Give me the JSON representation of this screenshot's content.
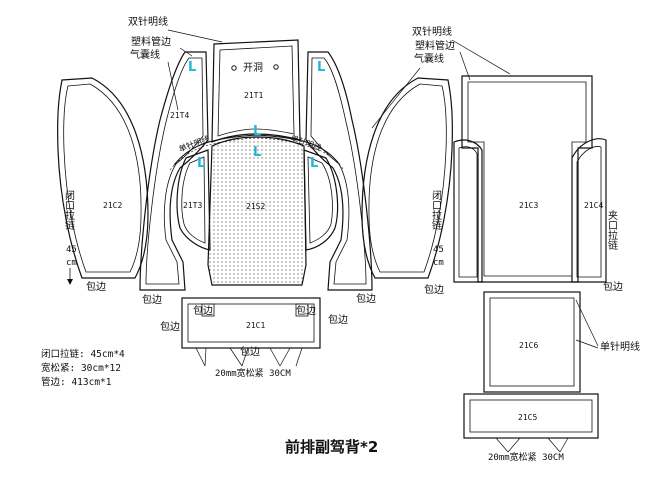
{
  "title": "前排副驾背*2",
  "annotations": {
    "left_stitch": "双针明线",
    "left_plastic": "塑料管边",
    "left_airbag": "气囊线",
    "right_stitch": "双针明线",
    "right_plastic": "塑料管边",
    "right_airbag": "气囊线",
    "opening": "开洞",
    "single_stitch_left": "单针明线",
    "single_stitch_right": "单针明线",
    "single_stitch_c6": "单针明线",
    "zipper_vertical": "闭口拉链",
    "zipper_vertical_right": "闭口拉链",
    "zipper_length": "45",
    "zipper_unit": "cm",
    "zipper_length_right": "45",
    "zipper_unit_right": "cm",
    "clip_zipper": "夹口拉链",
    "elastic_c1": "20mm宽松紧 30CM",
    "elastic_c5": "20mm宽松紧 30CM"
  },
  "wrap_edge": "包边",
  "parts": {
    "p21C2": "21C2",
    "p21T4": "21T4",
    "p21T1": "21T1",
    "p21T3": "21T3",
    "p21S2": "21S2",
    "p21C1": "21C1",
    "p21C3": "21C3",
    "p21C4": "21C4",
    "p21C6": "21C6",
    "p21C5": "21C5"
  },
  "l_marker": "L",
  "notes": [
    "闭口拉链: 45cm*4",
    "宽松紧: 30cm*12",
    "管边: 413cm*1"
  ]
}
